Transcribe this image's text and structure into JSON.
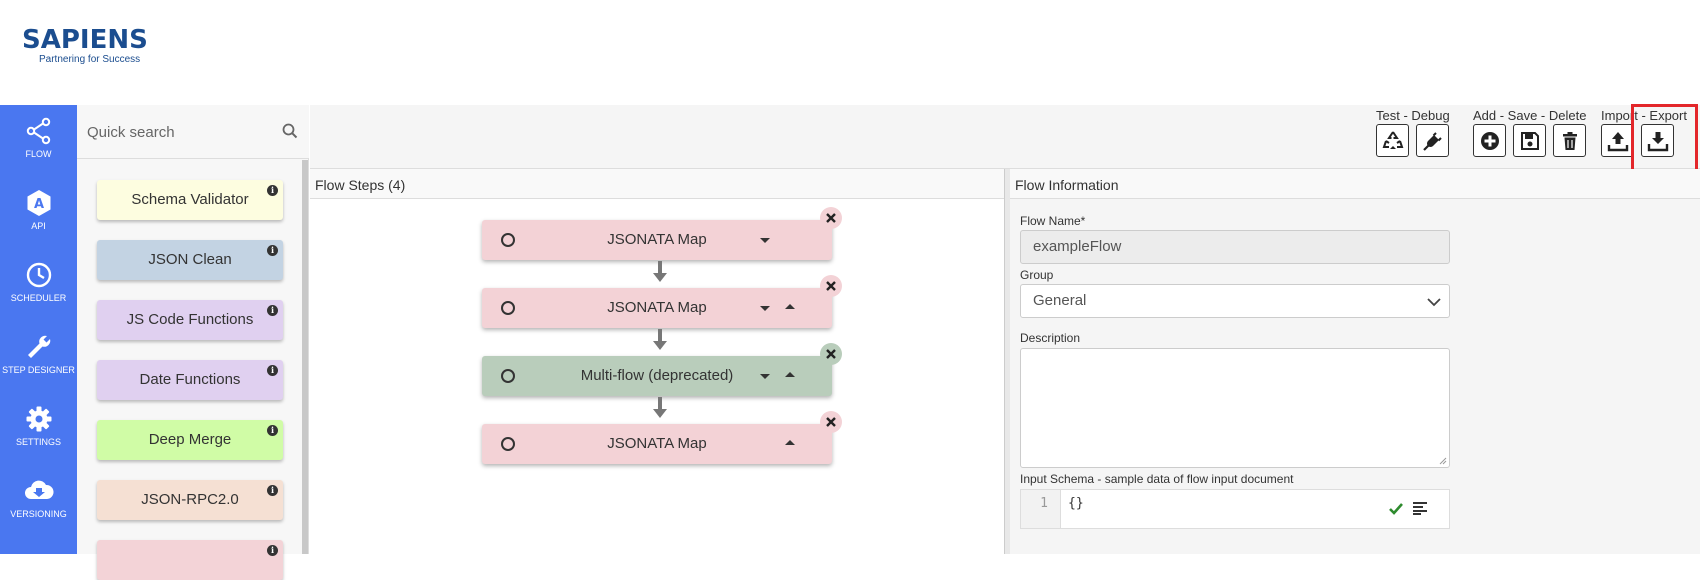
{
  "logo": {
    "brand": "SAPIENS",
    "tagline": "Partnering for Success"
  },
  "nav": [
    {
      "label": "FLOW",
      "icon": "share-icon"
    },
    {
      "label": "API",
      "icon": "api-icon"
    },
    {
      "label": "SCHEDULER",
      "icon": "clock-icon"
    },
    {
      "label": "STEP DESIGNER",
      "icon": "wrench-icon"
    },
    {
      "label": "SETTINGS",
      "icon": "gear-icon"
    },
    {
      "label": "VERSIONING",
      "icon": "cloud-download-icon"
    }
  ],
  "search": {
    "placeholder": "Quick search"
  },
  "palette": [
    {
      "label": "Schema Validator",
      "color": "#fdfde0"
    },
    {
      "label": "JSON Clean",
      "color": "#c3d3e3"
    },
    {
      "label": "JS Code Functions",
      "color": "#e0d0f0"
    },
    {
      "label": "Date Functions",
      "color": "#e0d0f0"
    },
    {
      "label": "Deep Merge",
      "color": "#d0fca6"
    },
    {
      "label": "JSON-RPC2.0",
      "color": "#f5e0d3"
    },
    {
      "label": "",
      "color": "#f3d3d7"
    }
  ],
  "toolbar": {
    "group_test": "Test - Debug",
    "group_add": "Add - Save - Delete",
    "group_import": "Import - Export"
  },
  "flow_steps": {
    "title": "Flow Steps (4)",
    "steps": [
      {
        "label": "JSONATA Map",
        "color": "#f3d2d6"
      },
      {
        "label": "JSONATA Map",
        "color": "#f3d2d6"
      },
      {
        "label": "Multi-flow (deprecated)",
        "color": "#b9cdbb"
      },
      {
        "label": "JSONATA Map",
        "color": "#f3d2d6"
      }
    ]
  },
  "flow_info": {
    "title": "Flow Information",
    "flow_name_label": "Flow Name*",
    "flow_name_value": "exampleFlow",
    "group_label": "Group",
    "group_value": "General",
    "description_label": "Description",
    "description_value": "",
    "input_schema_label": "Input Schema - sample data of flow input document",
    "code_line_number": "1",
    "code_text": "{}"
  },
  "colors": {
    "nav": "#4a77f0",
    "highlight": "#e3262a",
    "brand": "#1b4d8f"
  }
}
